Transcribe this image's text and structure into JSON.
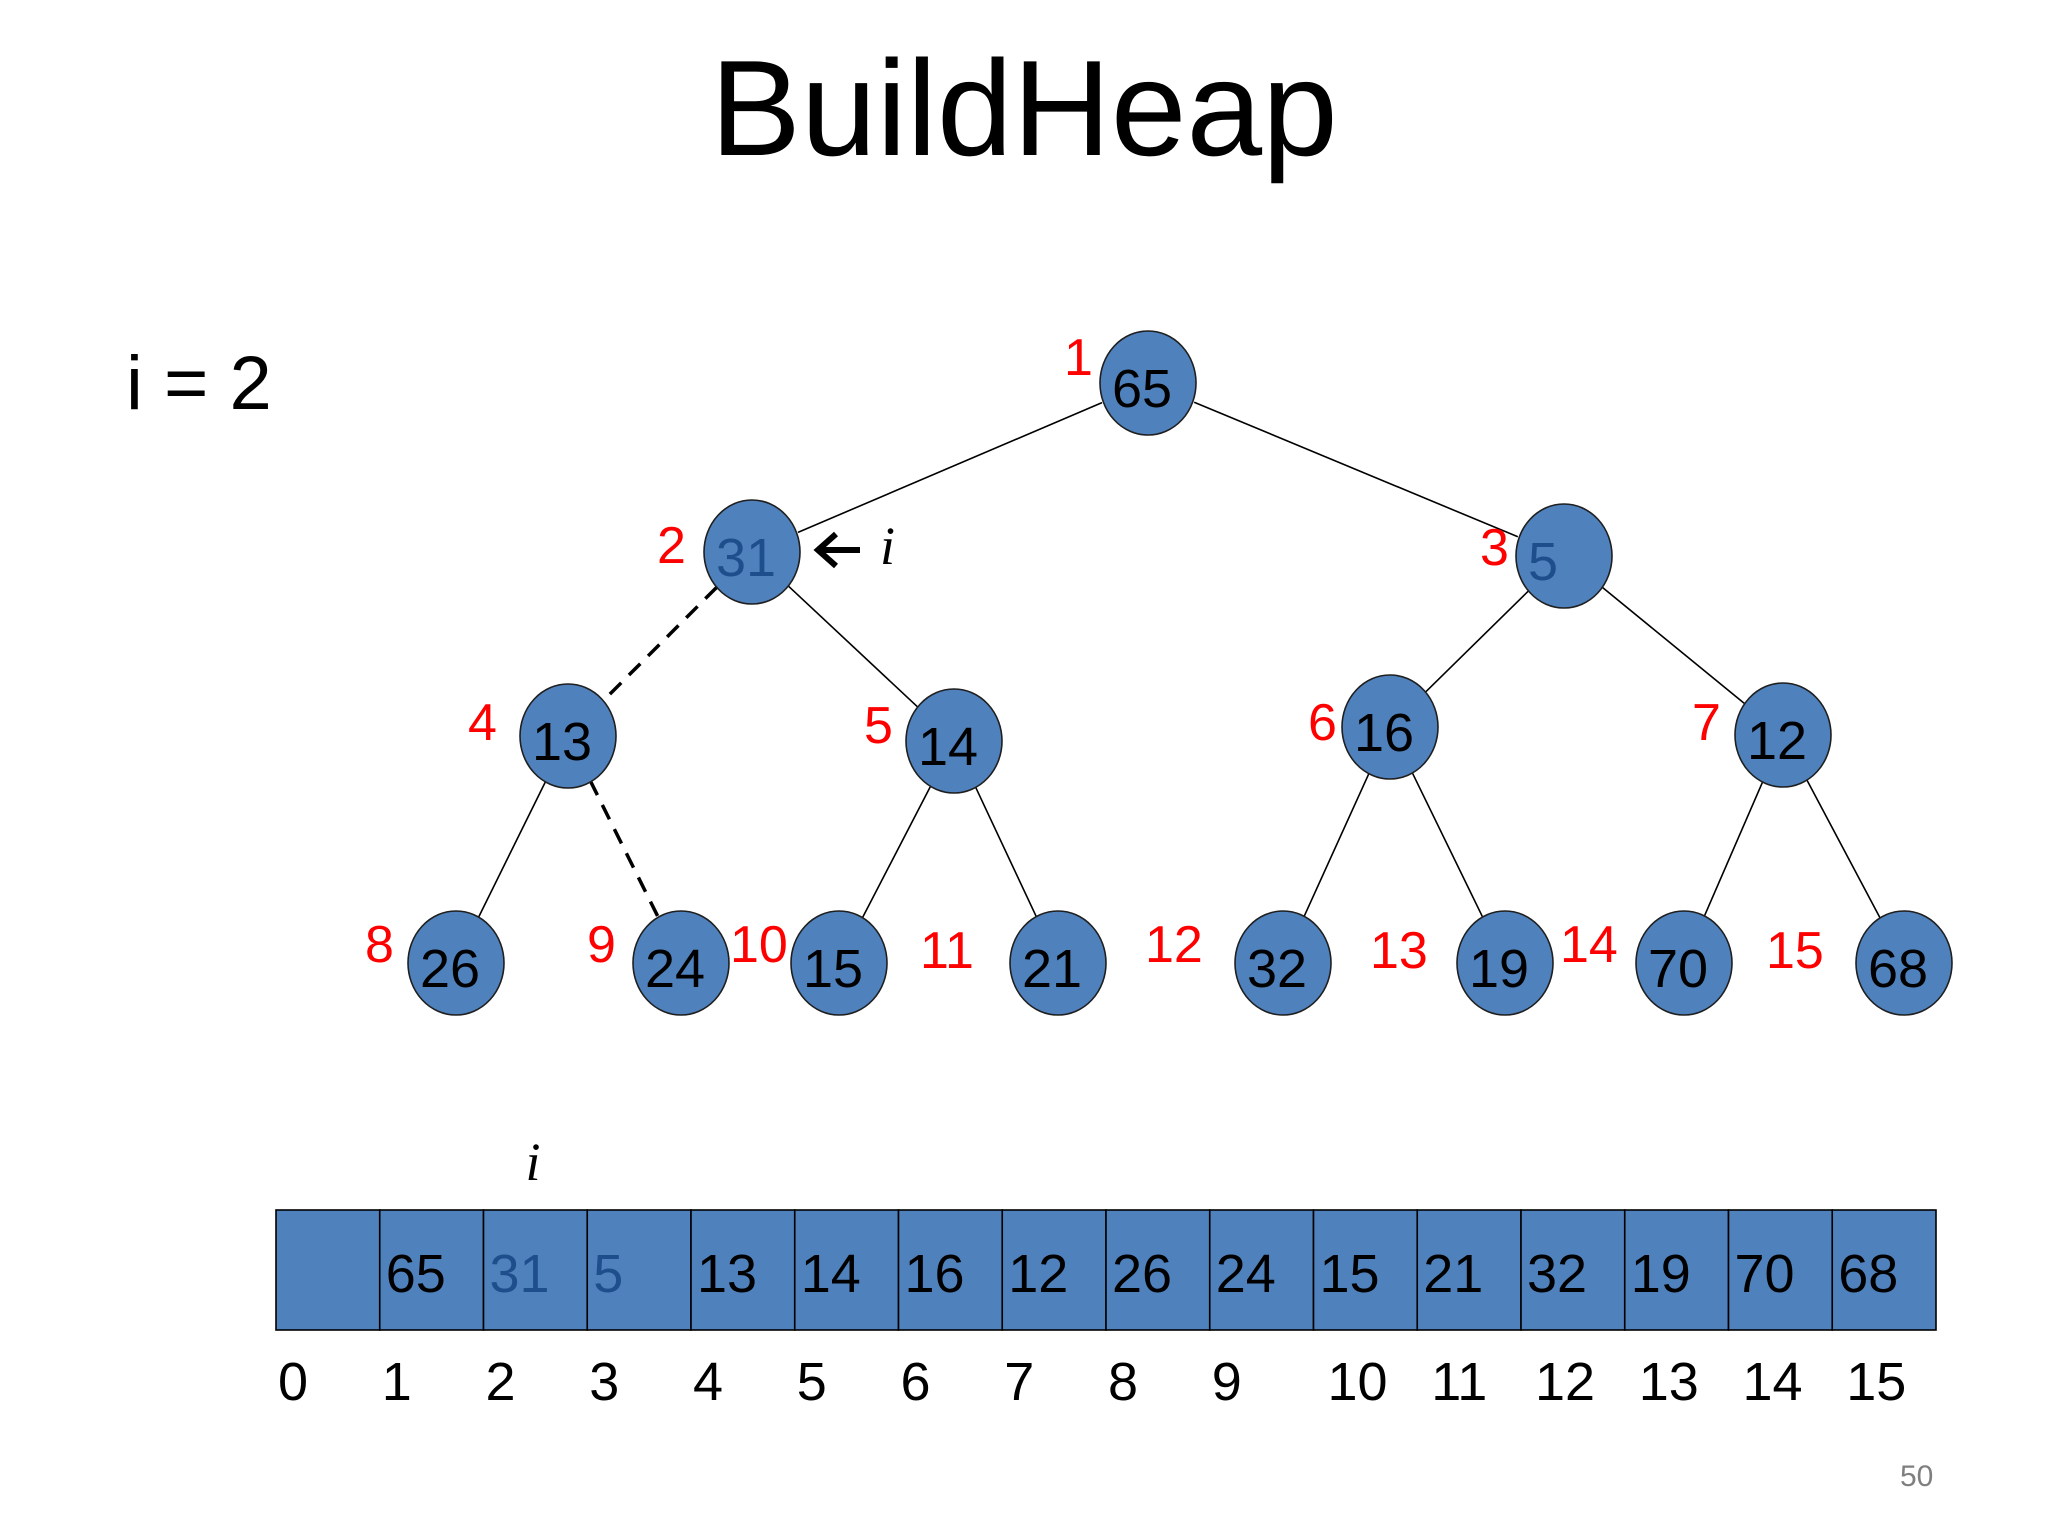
{
  "title": "BuildHeap",
  "i_label": "i = 2",
  "pointer_symbol": "i",
  "page_number": "50",
  "colors": {
    "node_fill": "#4f81bd",
    "node_stroke": "#1f1f1f",
    "index_label": "#ff0000",
    "highlight_value": "#1f4e8c",
    "value_text": "#000000"
  },
  "nodes": [
    {
      "index": "1",
      "value": "65"
    },
    {
      "index": "2",
      "value": "31",
      "highlight": true
    },
    {
      "index": "3",
      "value": "5",
      "highlight": true
    },
    {
      "index": "4",
      "value": "13"
    },
    {
      "index": "5",
      "value": "14"
    },
    {
      "index": "6",
      "value": "16"
    },
    {
      "index": "7",
      "value": "12"
    },
    {
      "index": "8",
      "value": "26"
    },
    {
      "index": "9",
      "value": "24"
    },
    {
      "index": "10",
      "value": "15"
    },
    {
      "index": "11",
      "value": "21"
    },
    {
      "index": "12",
      "value": "32"
    },
    {
      "index": "13",
      "value": "19"
    },
    {
      "index": "14",
      "value": "70"
    },
    {
      "index": "15",
      "value": "68"
    }
  ],
  "edges": [
    {
      "from": "1",
      "to": "2",
      "style": "solid"
    },
    {
      "from": "1",
      "to": "3",
      "style": "solid"
    },
    {
      "from": "2",
      "to": "4",
      "style": "dashed"
    },
    {
      "from": "2",
      "to": "5",
      "style": "solid"
    },
    {
      "from": "3",
      "to": "6",
      "style": "solid"
    },
    {
      "from": "3",
      "to": "7",
      "style": "solid"
    },
    {
      "from": "4",
      "to": "8",
      "style": "solid"
    },
    {
      "from": "4",
      "to": "9",
      "style": "dashed"
    },
    {
      "from": "5",
      "to": "10",
      "style": "solid"
    },
    {
      "from": "5",
      "to": "11",
      "style": "solid"
    },
    {
      "from": "6",
      "to": "12",
      "style": "solid"
    },
    {
      "from": "6",
      "to": "13",
      "style": "solid"
    },
    {
      "from": "7",
      "to": "14",
      "style": "solid"
    },
    {
      "from": "7",
      "to": "15",
      "style": "solid"
    }
  ],
  "array": {
    "values": [
      "",
      "65",
      "31",
      "5",
      "13",
      "14",
      "16",
      "12",
      "26",
      "24",
      "15",
      "21",
      "32",
      "19",
      "70",
      "68"
    ],
    "highlight_indices": [
      2,
      3
    ],
    "pointer_index": 2,
    "index_labels": [
      "0",
      "1",
      "2",
      "3",
      "4",
      "5",
      "6",
      "7",
      "8",
      "9",
      "10",
      "11",
      "12",
      "13",
      "14",
      "15"
    ]
  }
}
